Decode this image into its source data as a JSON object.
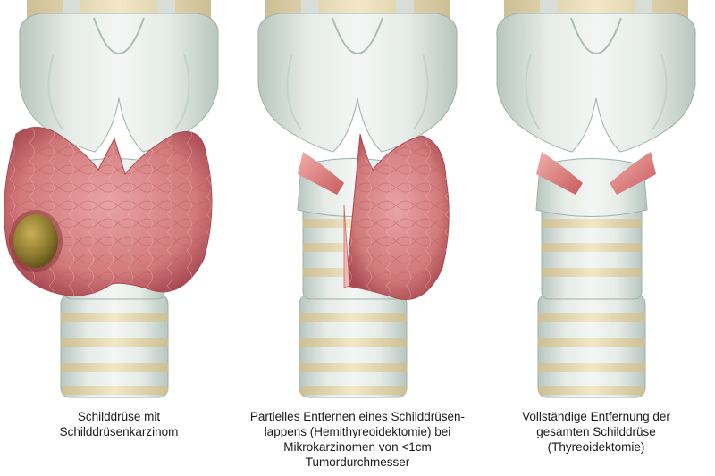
{
  "colors": {
    "cartilage": "#dfe6e2",
    "cartilage_shadow": "#b9c6c0",
    "ring_band": "#e9dcb8",
    "thyroid": "#d98080",
    "thyroid_dark": "#b4545a",
    "muscle": "#d9706e",
    "tumor": "#8e7a2e"
  },
  "panels": [
    {
      "caption_lines": [
        "Schilddrüse mit",
        "Schilddrüsenkarzinom"
      ]
    },
    {
      "caption_lines": [
        "Partielles Entfernen eines Schilddrüsen-",
        "lappens (Hemithyreoidektomie) bei",
        "Mikrokarzinomen von <1cm",
        "Tumordurchmesser"
      ]
    },
    {
      "caption_lines": [
        "Vollständige Entfernung der",
        "gesamten Schilddrüse",
        "(Thyreoidektomie)"
      ]
    }
  ]
}
